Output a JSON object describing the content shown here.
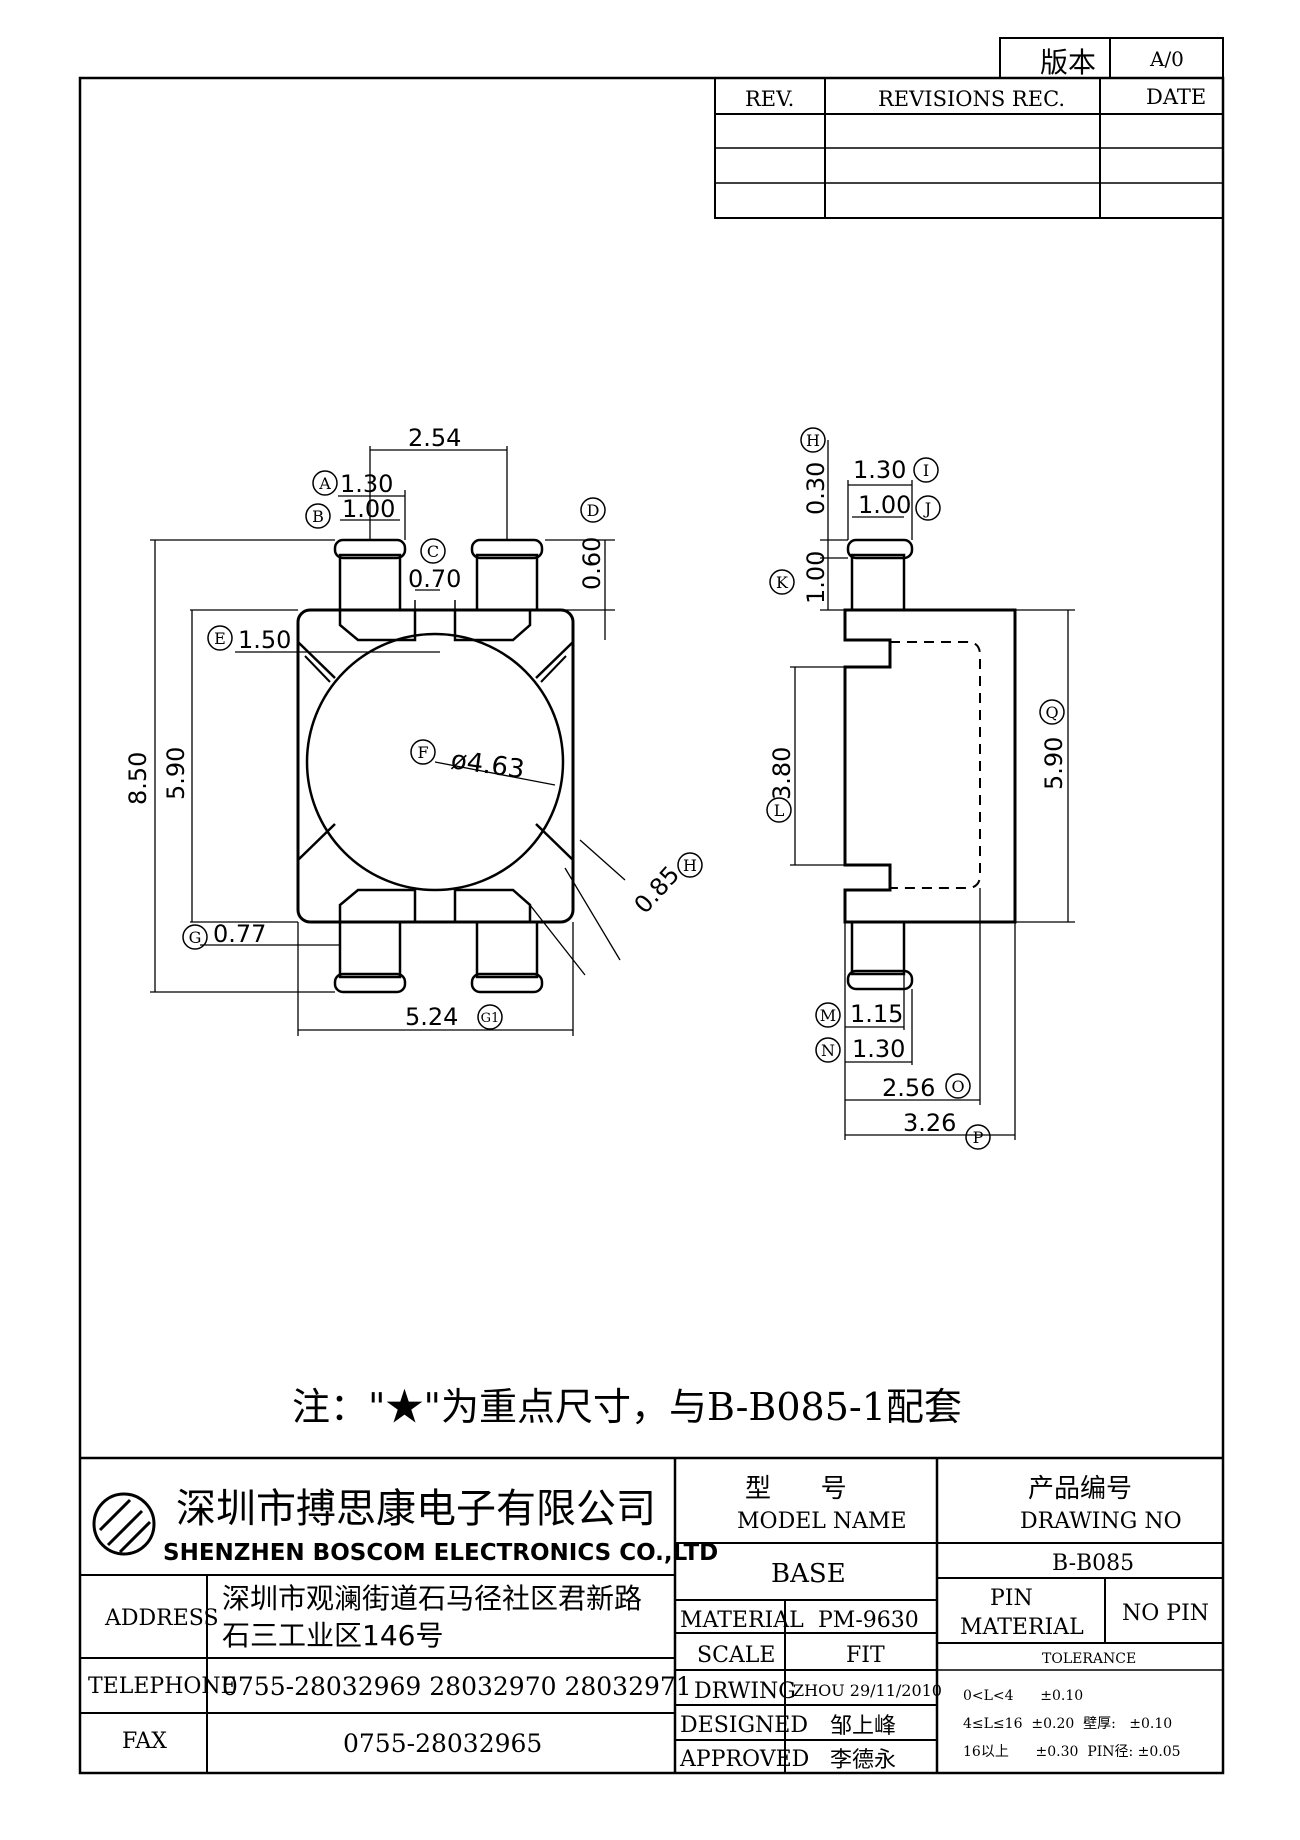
{
  "version": {
    "label": "版本",
    "value": "A/0"
  },
  "revisions": {
    "headers": [
      "REV.",
      "REVISIONS REC.",
      "DATE"
    ]
  },
  "front_view": {
    "dims": {
      "pitch": "2.54",
      "pin_outer": "1.30",
      "pin_inner": "1.00",
      "gap": "0.70",
      "pin_height": "0.60",
      "slot": "1.50",
      "bore": "ø4.63",
      "height_total": "8.50",
      "height_body": "5.90",
      "offset": "0.77",
      "chamfer": "0.85",
      "width": "5.24"
    },
    "tags": [
      "A",
      "B",
      "C",
      "D",
      "E",
      "F",
      "G",
      "H",
      "G1"
    ]
  },
  "side_view": {
    "dims": {
      "pin_top": "0.30",
      "pin_outer": "1.30",
      "pin_inner": "1.00",
      "step": "1.00",
      "cavity": "3.80",
      "height": "5.90",
      "m": "1.15",
      "n": "1.30",
      "o": "2.56",
      "p": "3.26"
    },
    "tags": [
      "H",
      "I",
      "J",
      "K",
      "L",
      "Q",
      "M",
      "N",
      "O",
      "P"
    ]
  },
  "note": "注：\"★\"为重点尺寸，与B-B085-1配套",
  "company": {
    "name_cn": "深圳市搏思康电子有限公司",
    "name_en": "SHENZHEN BOSCOM ELECTRONICS CO.,LTD",
    "address_label": "ADDRESS",
    "address_line1": "深圳市观澜街道石马径社区君新路",
    "address_line2": "石三工业区146号",
    "telephone_label": "TELEPHONE",
    "telephone": "0755-28032969 28032970 28032971",
    "fax_label": "FAX",
    "fax": "0755-28032965"
  },
  "model": {
    "label_cn": "型      号",
    "label_en": "MODEL NAME",
    "value": "BASE"
  },
  "drawing": {
    "label_cn": "产品编号",
    "label_en": "DRAWING NO",
    "value": "B-B085"
  },
  "material": {
    "label": "MATERIAL",
    "value": "PM-9630"
  },
  "scale": {
    "label": "SCALE",
    "value": "FIT"
  },
  "drwing": {
    "label": "DRWING",
    "value": "ZHOU 29/11/2010"
  },
  "designed": {
    "label": "DESIGNED",
    "value": "邹上峰"
  },
  "approved": {
    "label": "APPROVED",
    "value": "李德永"
  },
  "pin_material": {
    "label1": "PIN",
    "label2": "MATERIAL",
    "value": "NO PIN"
  },
  "tolerance": {
    "label": "TOLERANCE",
    "row1": "0<L<4      ±0.10",
    "row2": "4≤L≤16  ±0.20  壁厚:   ±0.10",
    "row3": "16以上      ±0.30  PIN径: ±0.05"
  }
}
